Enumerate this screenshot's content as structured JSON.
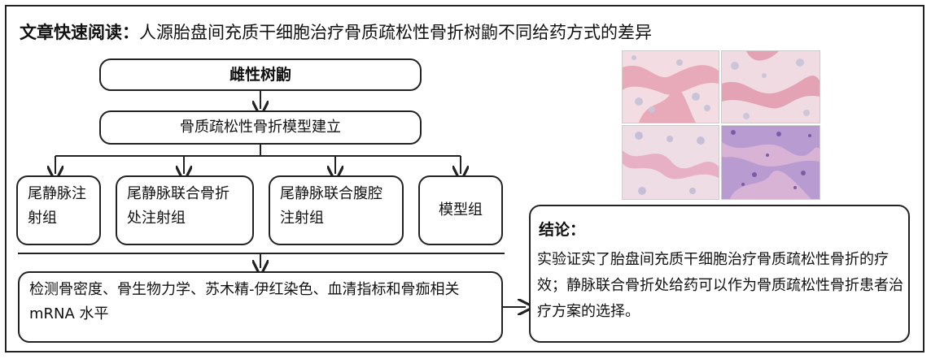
{
  "header": {
    "label": "文章快速阅读：",
    "title": "人源胎盘间充质干细胞治疗骨质疏松性骨折树鼩不同给药方式的差异"
  },
  "flow": {
    "subject": "雌性树鼩",
    "model": "骨质疏松性骨折模型建立",
    "groups": [
      "尾静脉注射组",
      "尾静脉联合骨折处注射组",
      "尾静脉联合腹腔注射组",
      "模型组"
    ],
    "tests": "检测骨密度、骨生物力学、苏木精-伊红染色、血清指标和骨痂相关 mRNA 水平"
  },
  "conclusion": {
    "label": "结论：",
    "text": "实验证实了胎盘间充质干细胞治疗骨质疏松性骨折的疗效；静脉联合骨折处给药可以作为骨质疏松性骨折患者治疗方案的选择。"
  },
  "colors": {
    "stain_pink": "#e8a9b8",
    "stain_purple": "#9b6fb8",
    "border": "#222222"
  }
}
